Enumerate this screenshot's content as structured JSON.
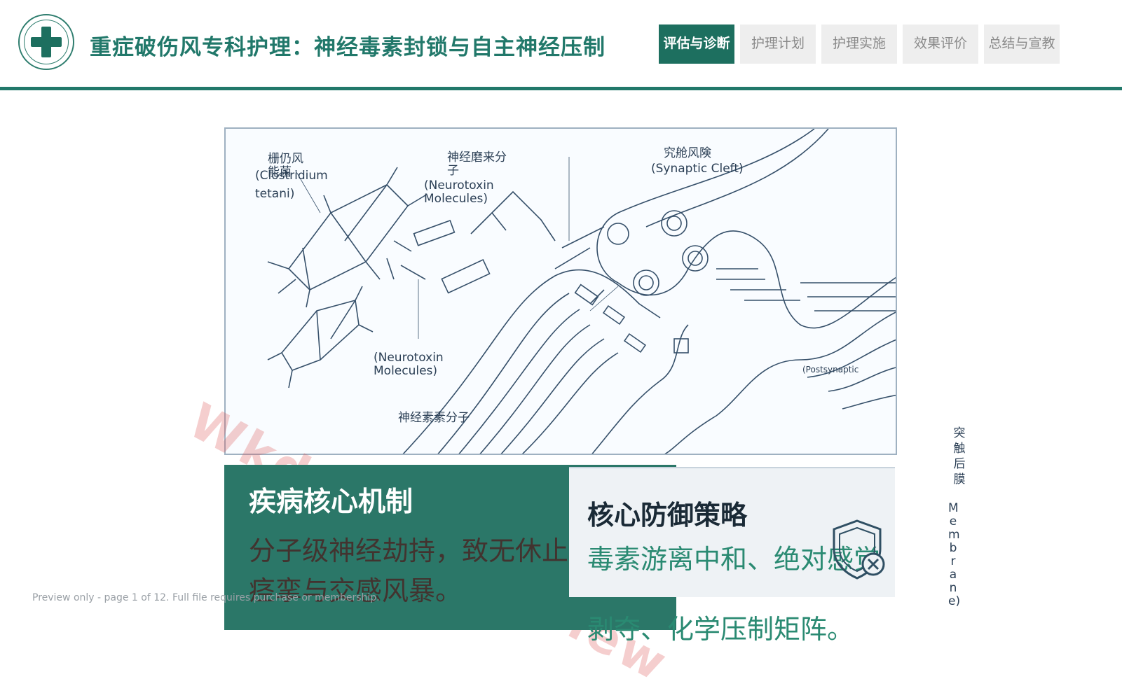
{
  "header": {
    "title": "重症破伤风专科护理：神经毒素封锁与自主神经压制",
    "tabs": [
      {
        "label": "评估与诊断",
        "active": true
      },
      {
        "label": "护理计划",
        "active": false
      },
      {
        "label": "护理实施",
        "active": false
      },
      {
        "label": "效果评价",
        "active": false
      },
      {
        "label": "总结与宣教",
        "active": false
      }
    ]
  },
  "illustration": {
    "labels": {
      "bacteria_cn": "栅仍风\n能菌",
      "bacteria_latin": "(Clostridium\ntetani)",
      "neurotoxin_cn_top": "神经磨来分\n子",
      "neurotoxin_en_top": "(Neurotoxin\nMolecules)",
      "synaptic_cn": "究舱风険",
      "synaptic_en": "(Synaptic Cleft)",
      "neurotoxin_en_bottom": "(Neurotoxin\nMolecules)",
      "neurotoxin_cn_bottom": "神经素素分子",
      "postsynaptic": "(Postsynaptic"
    }
  },
  "side_labels": {
    "cn": "突触后膜",
    "en": "Membrane)"
  },
  "watermark": "Wkducha Preview",
  "cards": {
    "mechanism": {
      "title": "疾病核心机制",
      "text": "分子级神经劫持，致无休止痉挛与交感风暴。"
    },
    "defense": {
      "title": "核心防御策略",
      "text": "毒素游离中和、绝对感觉",
      "text_cont": "剥夺、化学压制矩阵。"
    }
  },
  "footer": "Preview only - page 1 of 12. Full file requires purchase or membership.",
  "colors": {
    "brand": "#21786a",
    "brand_dark": "#1d6f5f",
    "card_green": "#2b7768",
    "tab_inactive": "#eeeeee"
  },
  "icons": [
    "medical-cross-icon",
    "shield-icon"
  ]
}
